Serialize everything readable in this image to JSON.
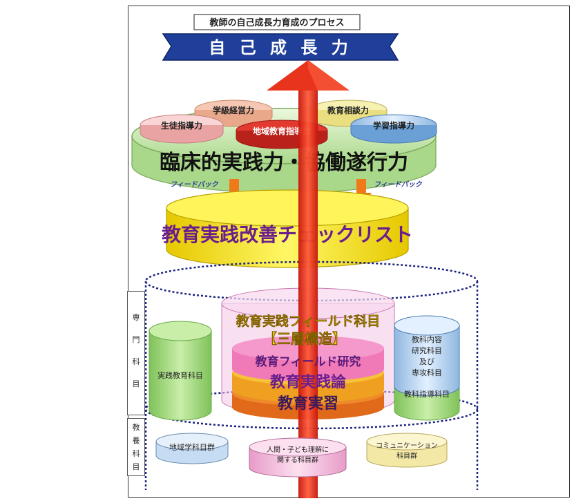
{
  "diagram": {
    "title": "教師の自己成長力育成のプロセス",
    "banner": "自 己 成 長 力",
    "competencies": {
      "class_management": "学級経営力",
      "education_counseling": "教育相談力",
      "student_guidance": "生徒指導力",
      "regional_education_guidance": "地域教育指導力",
      "learning_guidance": "学習指導力"
    },
    "clinical_practice": "臨床的実践力・協働遂行力",
    "feedback_left": "フィードバック",
    "feedback_right": "フィードバック",
    "checklist": "教育実践改善チェックリスト",
    "field_subjects": "教育実践フィールド科目",
    "three_layer": "【三層構造】",
    "layer_research": "教育フィールド研究",
    "layer_theory": "教育実践論",
    "layer_practicum": "教育実習",
    "practical_education": "実践教育科目",
    "subject_content": [
      "教科内容",
      "研究科目",
      "及び",
      "専攻科目"
    ],
    "subject_instruction": "教科指導科目",
    "specialized_label": [
      "専",
      "門",
      "科",
      "目"
    ],
    "liberal_label": [
      "教",
      "養",
      "科",
      "目"
    ],
    "regional_studies": "地域学科目群",
    "human_understanding": [
      "人間・子ども理解に",
      "関する科目群"
    ],
    "communication": [
      "コミュニケーション",
      "科目群"
    ]
  },
  "colors": {
    "banner_blue": "#1f3f9a",
    "arrow_red": "#e8341c",
    "checklist_yellow": "#f7e81a",
    "checklist_purple": "#6a1e8c",
    "cylinder_green": "#9ed37a",
    "dotted_navy": "#1a237e",
    "feedback_orange": "#f07a1a"
  }
}
